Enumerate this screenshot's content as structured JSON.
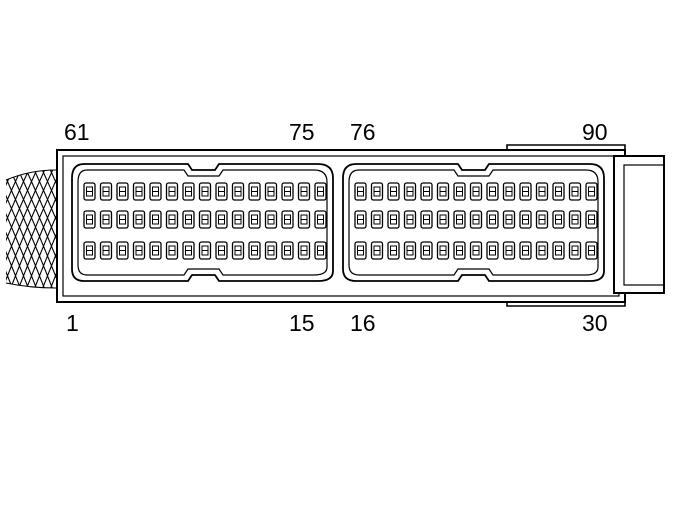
{
  "connector": {
    "pin_labels": {
      "top_left_block_start": "61",
      "top_left_block_end": "75",
      "top_right_block_start": "76",
      "top_right_block_end": "90",
      "bottom_left_block_start": "1",
      "bottom_left_block_end": "15",
      "bottom_right_block_start": "16",
      "bottom_right_block_end": "30"
    },
    "blocks": [
      {
        "name": "left-pin-block",
        "rows": 3,
        "columns": 15
      },
      {
        "name": "right-pin-block",
        "rows": 3,
        "columns": 15
      }
    ]
  },
  "colors": {
    "line": "#000000",
    "background": "#ffffff"
  }
}
